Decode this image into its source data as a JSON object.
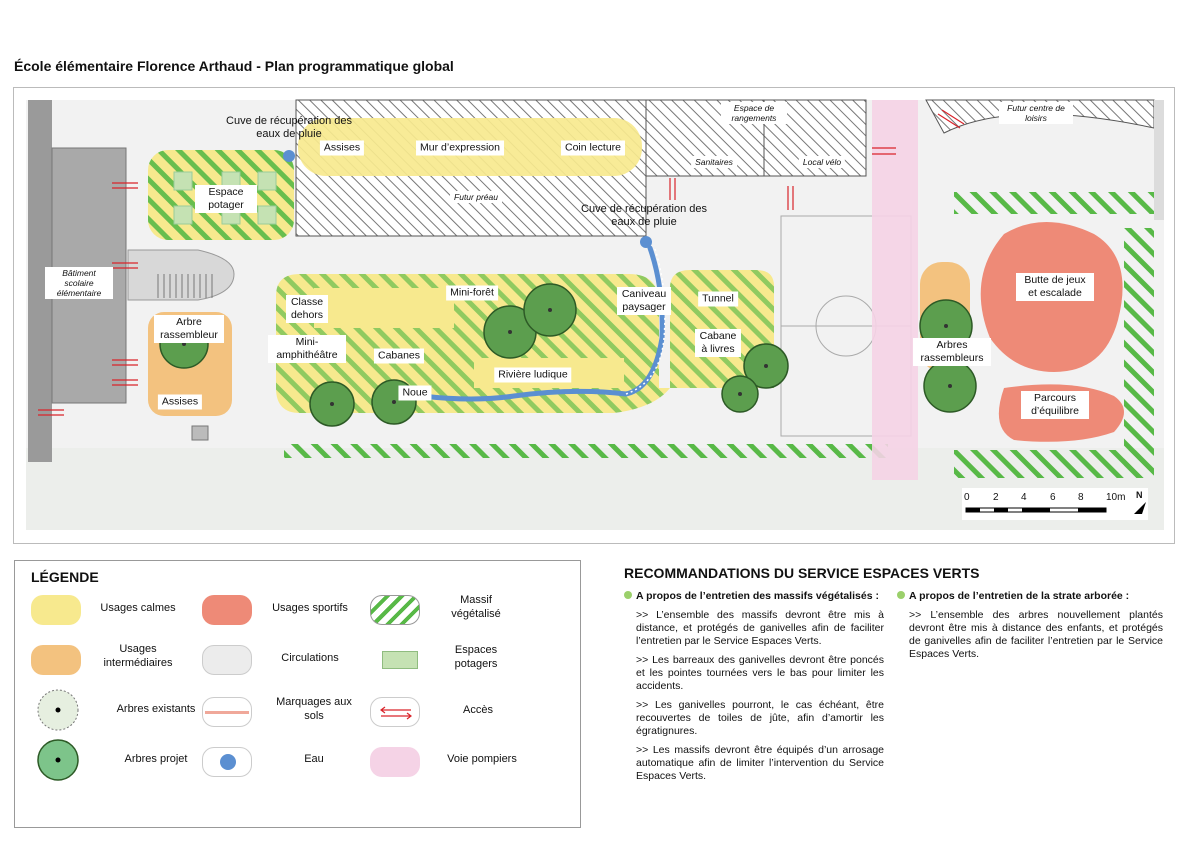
{
  "title": "École élémentaire Florence Arthaud - Plan programmatique global",
  "map": {
    "labels": {
      "batiment": "Bâtiment scolaire élémentaire",
      "cuve1": "Cuve de récupération des eaux de pluie",
      "cuve2": "Cuve de récupération des eaux de pluie",
      "espace_potager": "Espace potager",
      "assises_top": "Assises",
      "mur_expression": "Mur d’expression",
      "coin_lecture": "Coin lecture",
      "futur_preau": "Futur préau",
      "espace_rangements": "Espace de rangements",
      "sanitaires": "Sanitaires",
      "local_velo": "Local vélo",
      "futur_centre": "Futur centre de loisirs",
      "arbre_rassembleur": "Arbre rassembleur",
      "assises_left": "Assises",
      "classe_dehors": "Classe dehors",
      "mini_amphi": "Mini-amphithéâtre",
      "mini_foret": "Mini-forêt",
      "cabanes": "Cabanes",
      "noue": "Noue",
      "riviere": "Rivière ludique",
      "caniveau": "Caniveau paysager",
      "tunnel": "Tunnel",
      "cabane_livres": "Cabane à livres",
      "butte": "Butte de jeux et escalade",
      "arbres_rassembleurs": "Arbres rassembleurs",
      "parcours": "Parcours d’équilibre"
    },
    "scale": {
      "ticks": [
        "0",
        "2",
        "4",
        "6",
        "8",
        "10m"
      ],
      "north": "N"
    }
  },
  "legend": {
    "title": "LÉGENDE",
    "items": {
      "usages_calmes": "Usages calmes",
      "usages_sportifs": "Usages sportifs",
      "massif": "Massif végétalisé",
      "usages_inter": "Usages intermédiaires",
      "circulations": "Circulations",
      "potagers": "Espaces potagers",
      "arbres_existants": "Arbres existants",
      "marquages": "Marquages aux sols",
      "acces": "Accès",
      "arbres_projet": "Arbres projet",
      "eau": "Eau",
      "voie": "Voie pompiers"
    }
  },
  "recommendations": {
    "title": "RECOMMANDATIONS DU SERVICE ESPACES VERTS",
    "col1_head": "A propos de l’entretien des massifs végétalisés :",
    "col1_paragraphs": [
      ">> L’ensemble des massifs devront être mis à distance, et protégés de ganivelles afin de faciliter l’entretien par le Service Espaces Verts.",
      ">> Les barreaux des ganivelles devront être poncés et les pointes tournées vers le bas pour limiter les accidents.",
      ">> Les ganivelles pourront, le cas échéant, être recouvertes de toiles de jûte, afin d’amortir les égratignures.",
      ">> Les massifs devront être équipés d’un arrosage automatique afin de limiter l’intervention du Service Espaces Verts."
    ],
    "col2_head": "A propos de l’entretien de la strate arborée :",
    "col2_paragraphs": [
      ">> L’ensemble des arbres nouvellement plantés devront être mis à distance des enfants, et protégés de ganivelles afin de faciliter l’entretien par le Service Espaces Verts."
    ]
  },
  "colors": {
    "calme": "#f7e98e",
    "sport": "#ee8a77",
    "inter": "#f3c27f",
    "green": "#58b947",
    "circulation": "#e9e9e9",
    "potager": "#c5e2b3",
    "water": "#5b8fd1",
    "pompier": "#f5d3e6",
    "tree_project": "#5c9e4e",
    "access": "#d9242b"
  }
}
